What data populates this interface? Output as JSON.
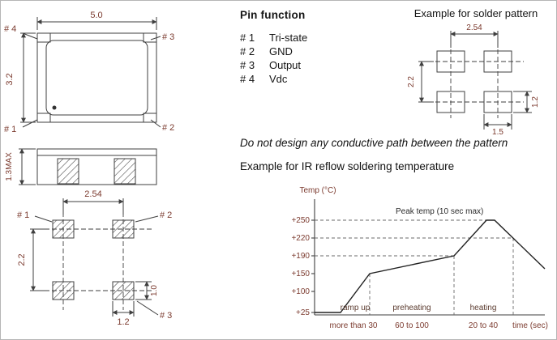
{
  "colors": {
    "line": "#3f3f3f",
    "dimension_text": "#7b3a2e",
    "heading_text": "#151515"
  },
  "top_view": {
    "dim_width": "5.0",
    "dim_height": "3.2",
    "pin_tl": "# 4",
    "pin_tr": "# 3",
    "pin_bl": "# 1",
    "pin_br": "# 2"
  },
  "side_view": {
    "dim_height": "1.3MAX"
  },
  "bottom_view": {
    "dim_pitch_x": "2.54",
    "dim_pitch_y": "2.2",
    "dim_pad_height": "1.0",
    "dim_pad_width": "1.2",
    "pin_tl": "# 1",
    "pin_tr": "# 2",
    "pin_br": "# 3"
  },
  "pin_function": {
    "title": "Pin  function",
    "pins": [
      {
        "num": "# 1",
        "name": "Tri-state"
      },
      {
        "num": "# 2",
        "name": "GND"
      },
      {
        "num": "# 3",
        "name": "Output"
      },
      {
        "num": "# 4",
        "name": "Vdc"
      }
    ]
  },
  "solder_pattern": {
    "title": "Example for solder pattern",
    "dim_pitch_x": "2.54",
    "dim_pitch_y": "2.2",
    "dim_pad_height": "1.2",
    "dim_pad_width": "1.5"
  },
  "note": "Do not design any conductive path between the pattern",
  "reflow_chart": {
    "title": "Example for IR reflow soldering temperature",
    "y_axis_label": "Temp (°C)",
    "x_axis_label": "time (sec)",
    "peak_annotation": "Peak temp (10 sec max)",
    "y_ticks": [
      "+250",
      "+220",
      "+190",
      "+150",
      "+100",
      "+25"
    ],
    "zones": [
      "ramp up",
      "preheating",
      "heating"
    ],
    "x_zone_labels": [
      "more than 30",
      "60 to 100",
      "20 to 40"
    ]
  },
  "chart_data": {
    "type": "line",
    "title": "Example for IR reflow soldering temperature",
    "xlabel": "time (sec)",
    "ylabel": "Temp (°C)",
    "y_ticks": [
      250,
      220,
      190,
      150,
      100,
      25
    ],
    "ylim": [
      25,
      260
    ],
    "grid": "dashed reference lines at 250, 220, 190 and at zone boundaries",
    "zones": [
      {
        "name": "ramp up",
        "duration_sec": "more than 30",
        "temp_start": 25,
        "temp_end": 150
      },
      {
        "name": "preheating",
        "duration_sec": "60 to 100",
        "temp_start": 150,
        "temp_end": 190
      },
      {
        "name": "heating",
        "duration_sec": "20 to 40",
        "temp_start": 190,
        "temp_end": 250
      }
    ],
    "peak": {
      "temp": 250,
      "note": "Peak temp (10 sec max)"
    },
    "profile_points_temp": [
      25,
      25,
      150,
      190,
      250,
      250,
      150
    ]
  }
}
